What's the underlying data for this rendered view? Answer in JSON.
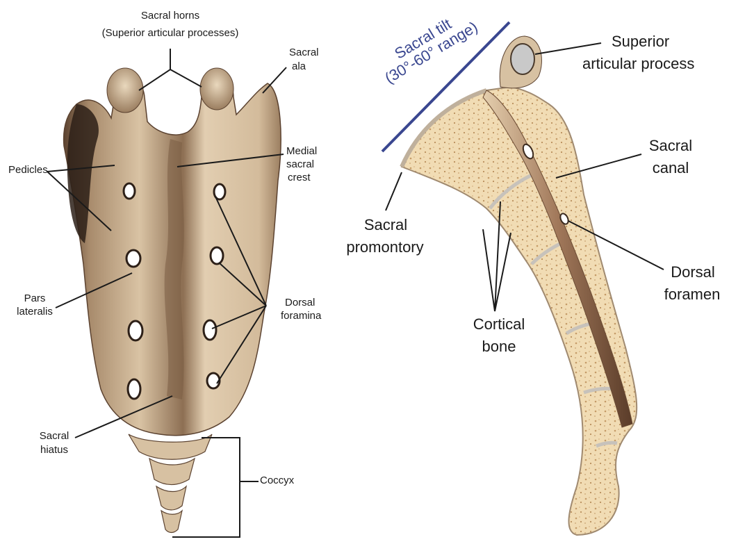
{
  "left_view": {
    "labels": {
      "sacral_horns": "Sacral horns",
      "superior_articular_processes": "(Superior articular processes)",
      "sacral_ala_1": "Sacral",
      "sacral_ala_2": "ala",
      "pedicles": "Pedicles",
      "medial_crest_1": "Medial",
      "medial_crest_2": "sacral",
      "medial_crest_3": "crest",
      "pars_1": "Pars",
      "pars_2": "lateralis",
      "dorsal_foramina_1": "Dorsal",
      "dorsal_foramina_2": "foramina",
      "hiatus_1": "Sacral",
      "hiatus_2": "hiatus",
      "coccyx": "Coccyx"
    }
  },
  "right_view": {
    "labels": {
      "tilt_1": "Sacral tilt",
      "tilt_2": "(30°-60° range)",
      "superior_1": "Superior",
      "superior_2": "articular process",
      "canal_1": "Sacral",
      "canal_2": "canal",
      "promontory_1": "Sacral",
      "promontory_2": "promontory",
      "dorsal_foramen_1": "Dorsal",
      "dorsal_foramen_2": "foramen",
      "cortical_1": "Cortical",
      "cortical_2": "bone"
    }
  },
  "colors": {
    "bone": "#d8c2a4",
    "bone_shadow": "#8a6f52",
    "bone_dark": "#3b2a1e",
    "cancellous": "#f1dcb4",
    "cortical_edge": "#b9a48a",
    "tilt_line": "#3a4790",
    "leader": "#1a1a1a"
  }
}
